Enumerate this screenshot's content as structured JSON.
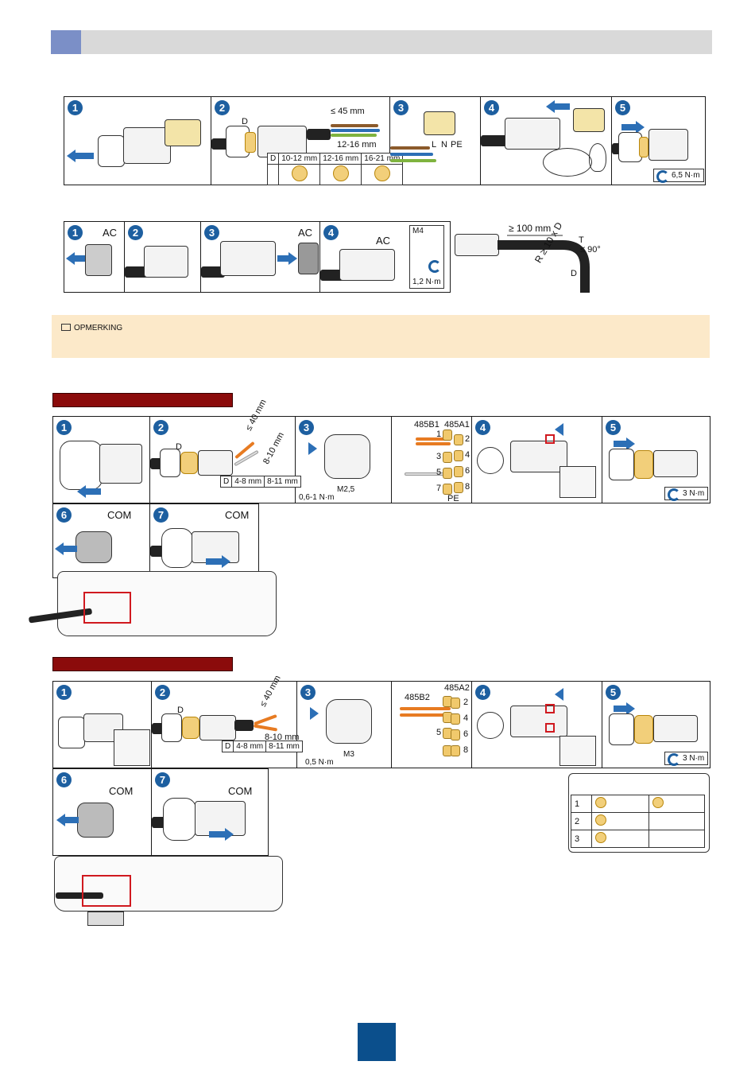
{
  "note": {
    "title": "OPMERKING"
  },
  "ac_install": {
    "steps": [
      "1",
      "2",
      "3",
      "4",
      "5"
    ],
    "strip_length": "≤ 45 mm",
    "wire_strip": "12-16 mm",
    "d_label": "D",
    "terminals": [
      "L",
      "N",
      "PE"
    ],
    "size_table": {
      "header": "D",
      "sizes": [
        "10-12 mm",
        "12-16 mm",
        "16-21 mm"
      ]
    },
    "torque": "6,5 N·m"
  },
  "ac_connect": {
    "steps": [
      "1",
      "2",
      "3",
      "4"
    ],
    "labels": [
      "AC",
      "AC",
      "AC"
    ],
    "screw": "M4",
    "torque": "1,2 N·m"
  },
  "bend": {
    "min_straight": "≥ 100 mm",
    "angle": "≤ 90°",
    "radius": "R ≥ 10 x D",
    "t_label": "T",
    "d_label": "D"
  },
  "com_section_1": {
    "steps": [
      "1",
      "2",
      "3",
      "4",
      "5",
      "6",
      "7"
    ],
    "strip_length": "≤ 40 mm",
    "wire_strip": "8-10 mm",
    "d_label": "D",
    "size_table": {
      "header": "D",
      "sizes": [
        "4-8 mm",
        "8-11 mm"
      ]
    },
    "screw": "M2,5",
    "screw_torque": "0,6-1 N·m",
    "wire_labels": [
      "485B1",
      "485A1"
    ],
    "pins": [
      "1",
      "2",
      "3",
      "4",
      "5",
      "6",
      "7",
      "8"
    ],
    "pe": "PE",
    "torque": "3 N·m",
    "com": [
      "COM",
      "COM"
    ]
  },
  "com_section_2": {
    "steps": [
      "1",
      "2",
      "3",
      "4",
      "5",
      "6",
      "7"
    ],
    "strip_length": "≤ 40 mm",
    "wire_strip": "8-10 mm",
    "d_label": "D",
    "size_table": {
      "header": "D",
      "sizes": [
        "4-8 mm",
        "8-11 mm"
      ]
    },
    "screw": "M3",
    "screw_torque": "0,5 N·m",
    "wire_labels": [
      "485B2",
      "485A2"
    ],
    "pins": [
      "2",
      "4",
      "5",
      "6",
      "8"
    ],
    "torque": "3 N·m",
    "com": [
      "COM",
      "COM"
    ],
    "legend_rows": [
      "1",
      "2",
      "3"
    ]
  },
  "colors": {
    "accent_blue": "#1d5fa0",
    "section_bar": "#8b0b0b",
    "note_bg": "#fce9c9",
    "header_bar": "#d9d9d9",
    "page_badge": "#0b4f8c"
  }
}
